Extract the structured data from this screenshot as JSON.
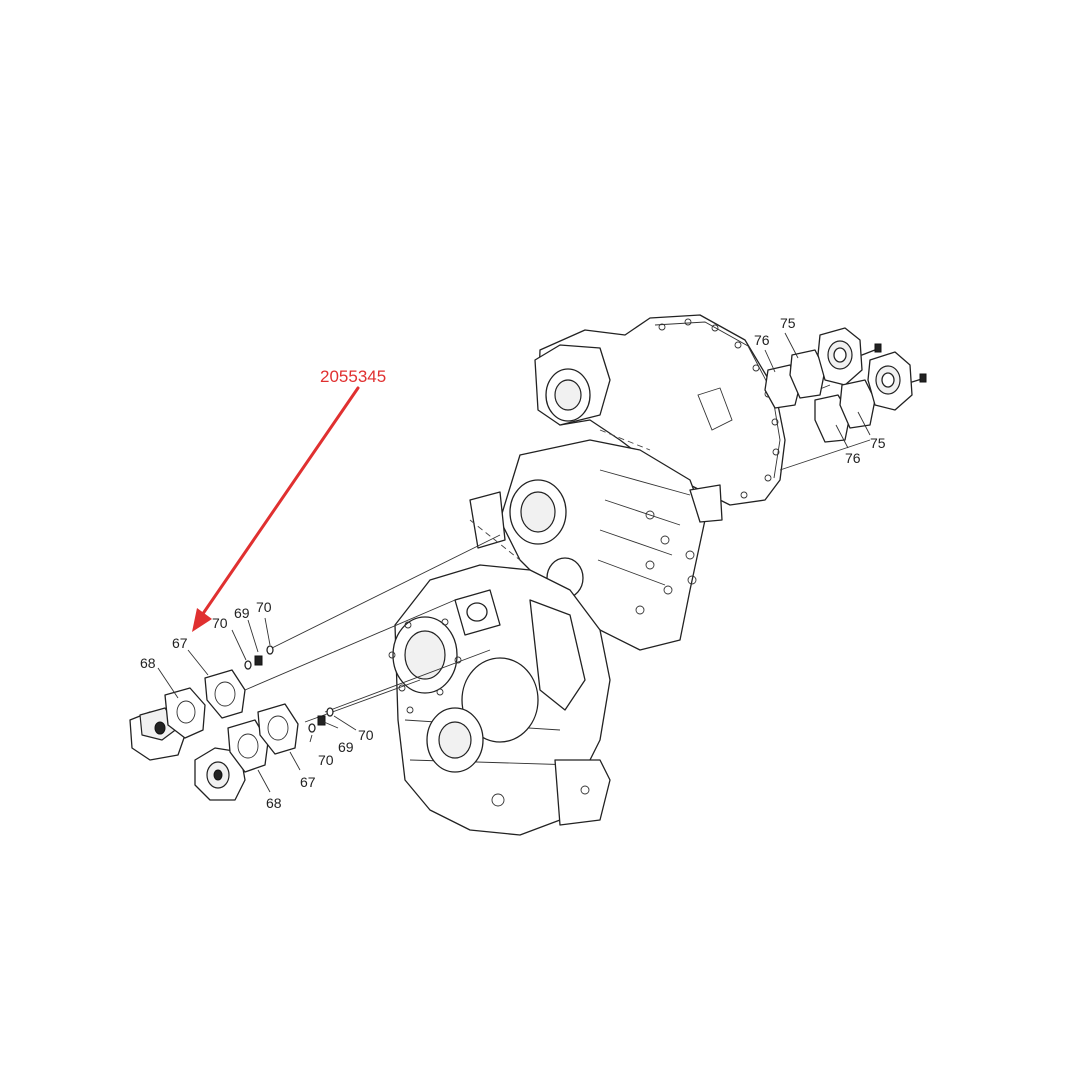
{
  "reference": {
    "part_number": "2055345",
    "color": "#e03030"
  },
  "callouts": {
    "c75_top": "75",
    "c76_top": "76",
    "c75_bottom": "75",
    "c76_bottom": "76",
    "c67_top": "67",
    "c68_top": "68",
    "c70_a": "70",
    "c69_top": "69",
    "c70_b": "70",
    "c70_c": "70",
    "c69_bottom": "69",
    "c70_d": "70",
    "c67_bottom": "67",
    "c68_bottom": "68"
  }
}
